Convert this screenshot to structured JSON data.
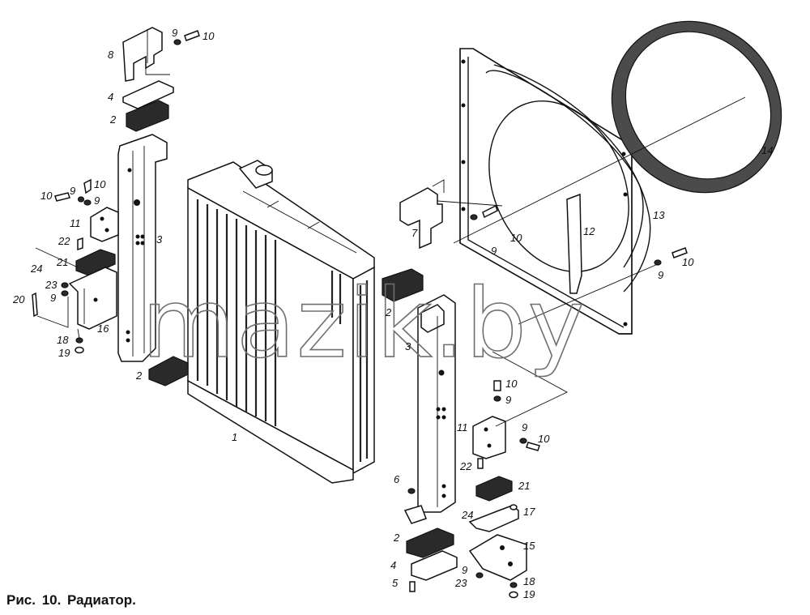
{
  "caption": "Рис. 10. Радиатор.",
  "watermark": "mazik.by",
  "callouts": [
    {
      "id": "c-8",
      "label": "8"
    },
    {
      "id": "c-9a",
      "label": "9"
    },
    {
      "id": "c-10a",
      "label": "10"
    },
    {
      "id": "c-4a",
      "label": "4"
    },
    {
      "id": "c-2a",
      "label": "2"
    },
    {
      "id": "c-3a",
      "label": "3"
    },
    {
      "id": "c-10b",
      "label": "10"
    },
    {
      "id": "c-9b",
      "label": "9"
    },
    {
      "id": "c-9c",
      "label": "9"
    },
    {
      "id": "c-10c",
      "label": "10"
    },
    {
      "id": "c-11a",
      "label": "11"
    },
    {
      "id": "c-22a",
      "label": "22"
    },
    {
      "id": "c-21a",
      "label": "21"
    },
    {
      "id": "c-24a",
      "label": "24"
    },
    {
      "id": "c-23a",
      "label": "23"
    },
    {
      "id": "c-20",
      "label": "20"
    },
    {
      "id": "c-9d",
      "label": "9"
    },
    {
      "id": "c-16",
      "label": "16"
    },
    {
      "id": "c-18a",
      "label": "18"
    },
    {
      "id": "c-19a",
      "label": "19"
    },
    {
      "id": "c-2b",
      "label": "2"
    },
    {
      "id": "c-1",
      "label": "1"
    },
    {
      "id": "c-7",
      "label": "7"
    },
    {
      "id": "c-9e",
      "label": "9"
    },
    {
      "id": "c-10d",
      "label": "10"
    },
    {
      "id": "c-12",
      "label": "12"
    },
    {
      "id": "c-13",
      "label": "13"
    },
    {
      "id": "c-14",
      "label": "14"
    },
    {
      "id": "c-10e",
      "label": "10"
    },
    {
      "id": "c-9f",
      "label": "9"
    },
    {
      "id": "c-2c",
      "label": "2"
    },
    {
      "id": "c-3b",
      "label": "3"
    },
    {
      "id": "c-10f",
      "label": "10"
    },
    {
      "id": "c-9g",
      "label": "9"
    },
    {
      "id": "c-11b",
      "label": "11"
    },
    {
      "id": "c-9h",
      "label": "9"
    },
    {
      "id": "c-10g",
      "label": "10"
    },
    {
      "id": "c-22b",
      "label": "22"
    },
    {
      "id": "c-6",
      "label": "6"
    },
    {
      "id": "c-21b",
      "label": "21"
    },
    {
      "id": "c-24b",
      "label": "24"
    },
    {
      "id": "c-17",
      "label": "17"
    },
    {
      "id": "c-2d",
      "label": "2"
    },
    {
      "id": "c-15",
      "label": "15"
    },
    {
      "id": "c-4b",
      "label": "4"
    },
    {
      "id": "c-9i",
      "label": "9"
    },
    {
      "id": "c-5",
      "label": "5"
    },
    {
      "id": "c-23b",
      "label": "23"
    },
    {
      "id": "c-18b",
      "label": "18"
    },
    {
      "id": "c-19b",
      "label": "19"
    }
  ]
}
